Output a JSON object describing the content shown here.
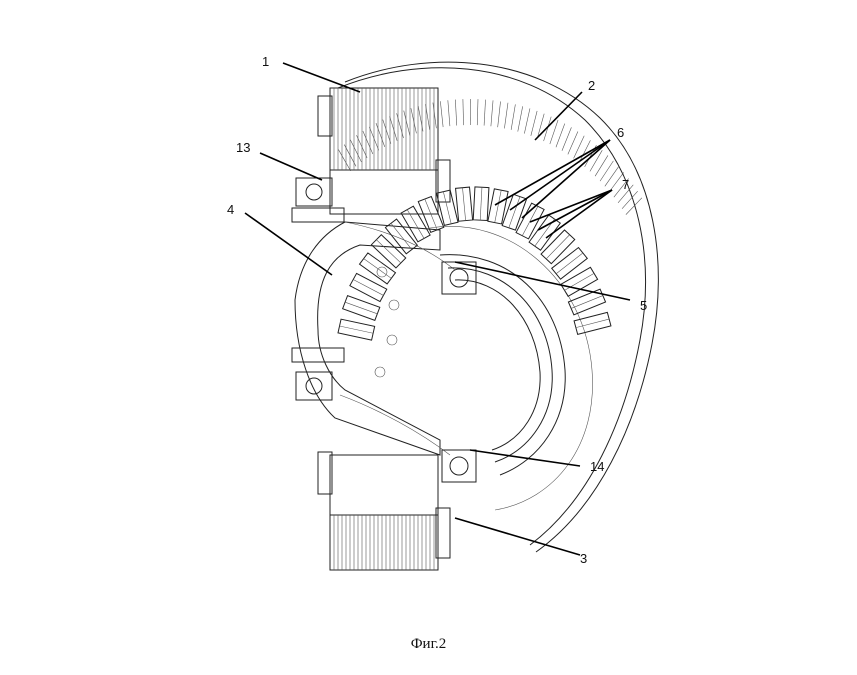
{
  "figure": {
    "caption": "Фиг.2",
    "callouts": [
      {
        "id": "1",
        "label": "1"
      },
      {
        "id": "2",
        "label": "2"
      },
      {
        "id": "3",
        "label": "3"
      },
      {
        "id": "4",
        "label": "4"
      },
      {
        "id": "5",
        "label": "5"
      },
      {
        "id": "6",
        "label": "6"
      },
      {
        "id": "7",
        "label": "7"
      },
      {
        "id": "13",
        "label": "13"
      },
      {
        "id": "14",
        "label": "14"
      }
    ]
  }
}
